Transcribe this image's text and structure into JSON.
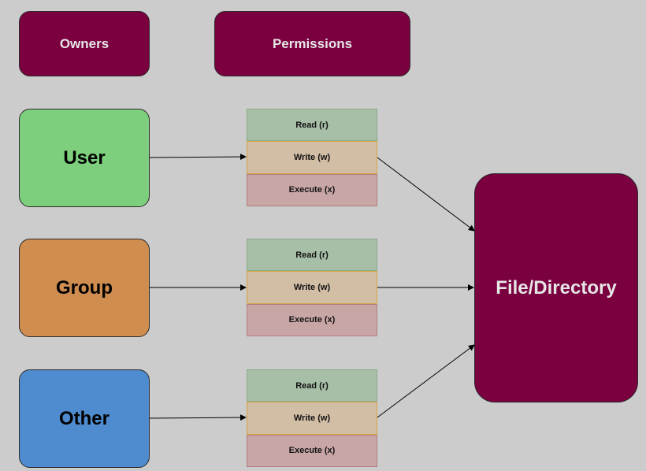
{
  "headers": {
    "owners": "Owners",
    "permissions": "Permissions"
  },
  "owners": [
    {
      "label": "User",
      "color": "#7dcf7d"
    },
    {
      "label": "Group",
      "color": "#cf8d50"
    },
    {
      "label": "Other",
      "color": "#4f8ccf"
    }
  ],
  "permission_sets": [
    {
      "read": "Read (r)",
      "write": "Write (w)",
      "execute": "Execute (x)"
    },
    {
      "read": "Read (r)",
      "write": "Write (w)",
      "execute": "Execute (x)"
    },
    {
      "read": "Read (r)",
      "write": "Write (w)",
      "execute": "Execute (x)"
    }
  ],
  "target": {
    "label": "File/Directory",
    "color": "#7a0040"
  }
}
